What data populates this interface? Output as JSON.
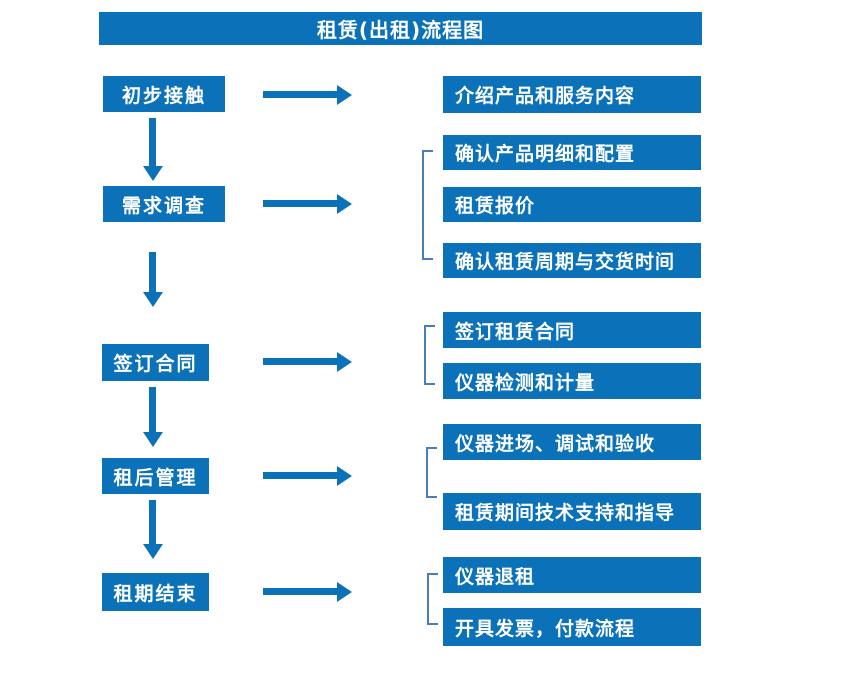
{
  "title": "租赁(出租)流程图",
  "colors": {
    "primary": "#0b72b9",
    "bracket": "#4a7ebb",
    "boxtext": "#ffffff"
  },
  "steps": [
    {
      "label": "初步接触",
      "details": [
        "介绍产品和服务内容"
      ]
    },
    {
      "label": "需求调查",
      "details": [
        "确认产品明细和配置",
        "租赁报价",
        "确认租赁周期与交货时间"
      ]
    },
    {
      "label": "签订合同",
      "details": [
        "签订租赁合同",
        "仪器检测和计量"
      ]
    },
    {
      "label": "租后管理",
      "details": [
        "仪器进场、调试和验收",
        "租赁期间技术支持和指导"
      ]
    },
    {
      "label": "租期结束",
      "details": [
        "仪器退租",
        "开具发票，付款流程"
      ]
    }
  ]
}
